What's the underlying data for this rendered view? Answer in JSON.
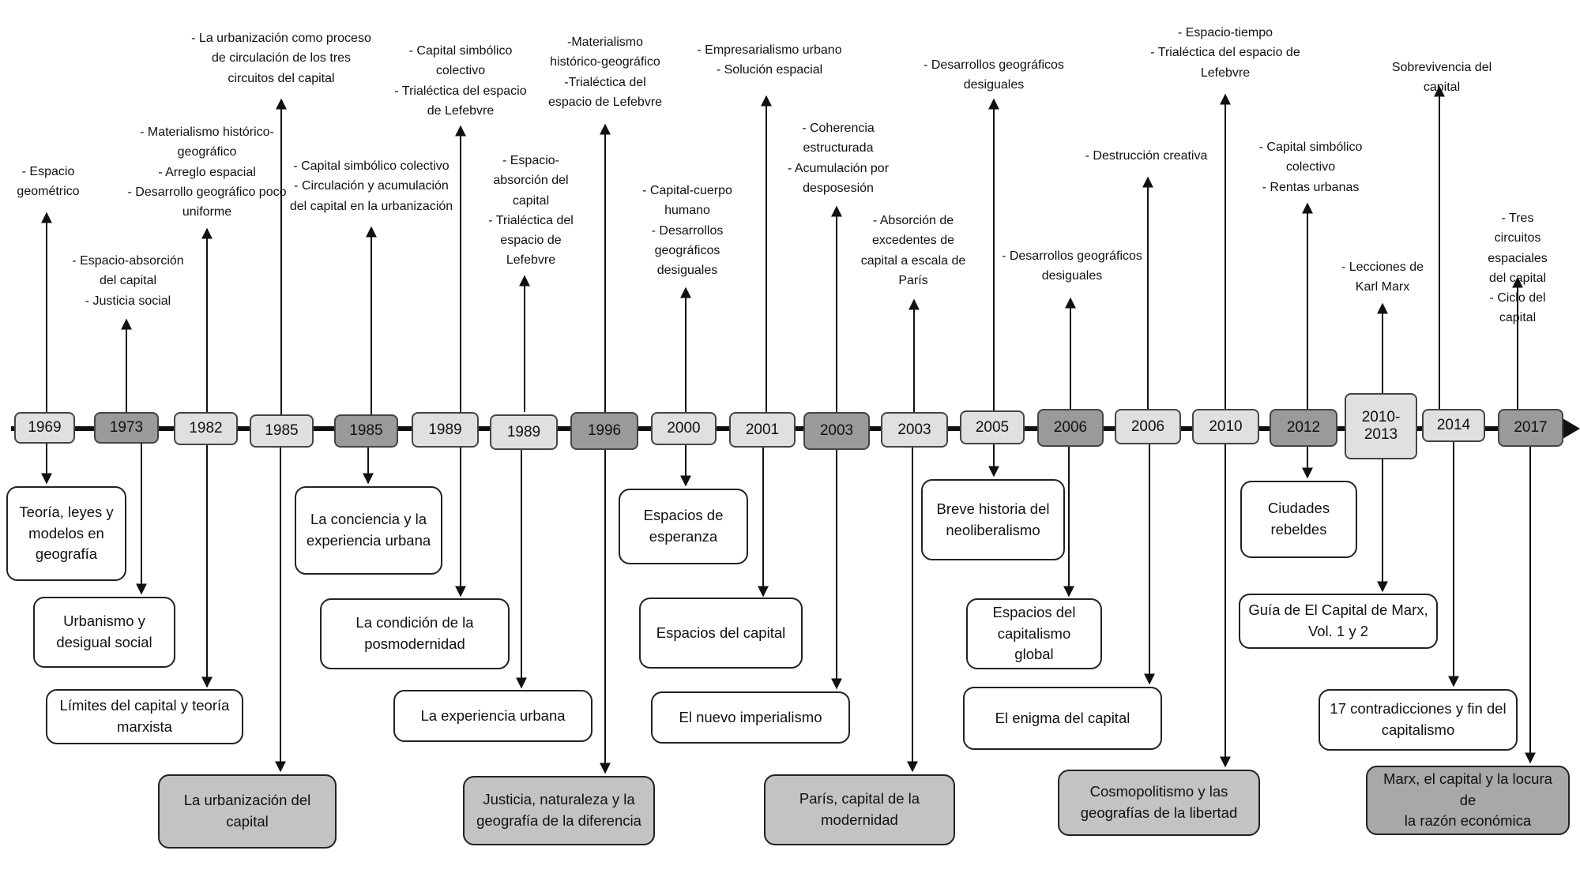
{
  "colors": {
    "line": "#111111",
    "year_light": "#e0e0e0",
    "year_dark": "#9a9a9a",
    "book_grey": "#c3c3c3"
  },
  "years": [
    {
      "id": "y1",
      "label": "1969",
      "shade": "light"
    },
    {
      "id": "y2",
      "label": "1973",
      "shade": "dark"
    },
    {
      "id": "y3",
      "label": "1982",
      "shade": "light"
    },
    {
      "id": "y4",
      "label": "1985",
      "shade": "light"
    },
    {
      "id": "y5",
      "label": "1985",
      "shade": "dark"
    },
    {
      "id": "y6",
      "label": "1989",
      "shade": "light"
    },
    {
      "id": "y7",
      "label": "1989",
      "shade": "light"
    },
    {
      "id": "y8",
      "label": "1996",
      "shade": "dark"
    },
    {
      "id": "y9",
      "label": "2000",
      "shade": "light"
    },
    {
      "id": "y10",
      "label": "2001",
      "shade": "light"
    },
    {
      "id": "y11",
      "label": "2003",
      "shade": "dark"
    },
    {
      "id": "y12",
      "label": "2003",
      "shade": "light"
    },
    {
      "id": "y13",
      "label": "2005",
      "shade": "light"
    },
    {
      "id": "y14",
      "label": "2006",
      "shade": "dark"
    },
    {
      "id": "y15",
      "label": "2006",
      "shade": "light"
    },
    {
      "id": "y16",
      "label": "2010",
      "shade": "light"
    },
    {
      "id": "y17",
      "label": "2012",
      "shade": "dark"
    },
    {
      "id": "y18",
      "label": "2010-\n2013",
      "shade": "light"
    },
    {
      "id": "y19",
      "label": "2014",
      "shade": "light"
    },
    {
      "id": "y20",
      "label": "2017",
      "shade": "dark"
    }
  ],
  "concepts": [
    {
      "id": "c1",
      "text": "- Espacio\ngeométrico"
    },
    {
      "id": "c2",
      "text": "- Espacio-absorción\ndel capital\n- Justicia social"
    },
    {
      "id": "c3",
      "text": "- Materialismo histórico-\ngeográfico\n- Arreglo espacial\n- Desarrollo geográfico poco\nuniforme"
    },
    {
      "id": "c4",
      "text": "- La urbanización como proceso\nde circulación de los tres\ncircuitos del capital"
    },
    {
      "id": "c5",
      "text": "- Capital simbólico colectivo\n- Circulación y acumulación\ndel capital en la urbanización"
    },
    {
      "id": "c6",
      "text": "- Capital simbólico\ncolectivo\n- Trialéctica del espacio\nde Lefebvre"
    },
    {
      "id": "c7",
      "text": "- Espacio-\nabsorción del\ncapital\n- Trialéctica del\nespacio de\nLefebvre"
    },
    {
      "id": "c8",
      "text": "-Materialismo\nhistórico-geográfico\n-Trialéctica del\nespacio de Lefebvre"
    },
    {
      "id": "c9",
      "text": "- Capital-cuerpo\nhumano\n- Desarrollos\ngeográficos\ndesiguales"
    },
    {
      "id": "c10",
      "text": "- Empresarialismo urbano\n- Solución espacial"
    },
    {
      "id": "c11",
      "text": "- Coherencia\nestructurada\n- Acumulación por\ndesposesión"
    },
    {
      "id": "c12",
      "text": "- Absorción de\nexcedentes de\ncapital a escala de\nParís"
    },
    {
      "id": "c13",
      "text": "- Desarrollos geográficos\ndesiguales"
    },
    {
      "id": "c14",
      "text": "- Desarrollos geográficos\ndesiguales"
    },
    {
      "id": "c15",
      "text": "- Destrucción creativa"
    },
    {
      "id": "c16",
      "text": "- Espacio-tiempo\n- Trialéctica del espacio de\nLefebvre"
    },
    {
      "id": "c17",
      "text": "- Capital simbólico\ncolectivo\n- Rentas urbanas"
    },
    {
      "id": "c18",
      "text": "- Lecciones de\nKarl Marx"
    },
    {
      "id": "c19",
      "text": "Sobrevivencia del capital"
    },
    {
      "id": "c20",
      "text": "- Tres circuitos\nespaciales del capital\n- Ciclo del capital"
    }
  ],
  "books": [
    {
      "id": "b1",
      "text": "Teoría, leyes y\nmodelos en\ngeografía",
      "shade": "white"
    },
    {
      "id": "b2",
      "text": "Urbanismo y\ndesigual social",
      "shade": "white"
    },
    {
      "id": "b3",
      "text": "Límites del capital y teoría\nmarxista",
      "shade": "white"
    },
    {
      "id": "b4",
      "text": "La urbanización del\ncapital",
      "shade": "grey"
    },
    {
      "id": "b5",
      "text": "La conciencia y la\nexperiencia urbana",
      "shade": "white"
    },
    {
      "id": "b6",
      "text": "La condición de la\nposmodernidad",
      "shade": "white"
    },
    {
      "id": "b7",
      "text": "La experiencia urbana",
      "shade": "white"
    },
    {
      "id": "b8",
      "text": "Justicia, naturaleza y la\ngeografía de la diferencia",
      "shade": "grey"
    },
    {
      "id": "b9",
      "text": "Espacios de\nesperanza",
      "shade": "white"
    },
    {
      "id": "b10",
      "text": "Espacios del capital",
      "shade": "white"
    },
    {
      "id": "b11",
      "text": "El nuevo imperialismo",
      "shade": "white"
    },
    {
      "id": "b12",
      "text": "París, capital de la\nmodernidad",
      "shade": "grey"
    },
    {
      "id": "b13",
      "text": "Breve historia del\nneoliberalismo",
      "shade": "white"
    },
    {
      "id": "b14",
      "text": "Espacios del\ncapitalismo\nglobal",
      "shade": "white"
    },
    {
      "id": "b15",
      "text": "El enigma del capital",
      "shade": "white"
    },
    {
      "id": "b16",
      "text": "Cosmopolitismo y las\ngeografías de la libertad",
      "shade": "grey"
    },
    {
      "id": "b17",
      "text": "Ciudades\nrebeldes",
      "shade": "white"
    },
    {
      "id": "b18",
      "text": "Guía de El Capital de Marx,\nVol. 1 y 2",
      "shade": "white"
    },
    {
      "id": "b19",
      "text": "17 contradicciones y fin del\ncapitalismo",
      "shade": "white"
    },
    {
      "id": "b20",
      "text": "Marx, el capital y la locura de\nla razón económica",
      "shade": "dgrey"
    }
  ]
}
